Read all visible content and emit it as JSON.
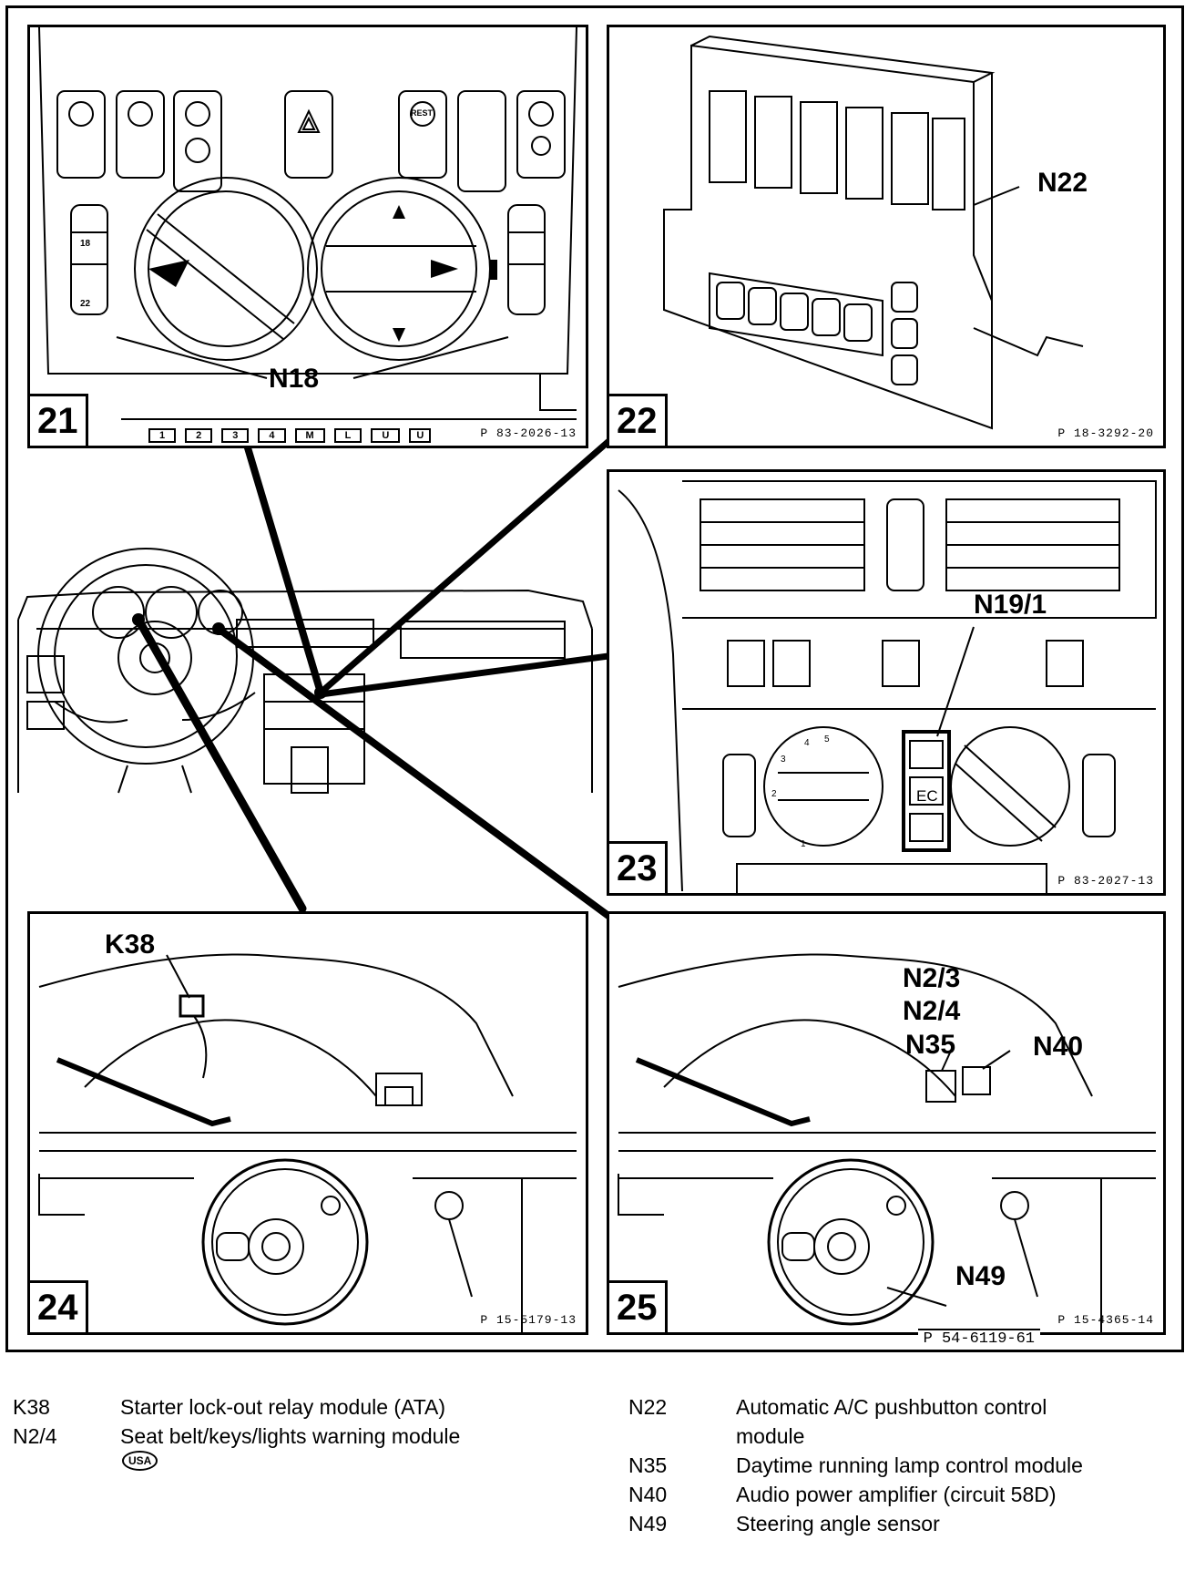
{
  "panels": {
    "p21": {
      "number": "21",
      "ref": "P 83-2026-13",
      "callouts": [
        "N18"
      ]
    },
    "p22": {
      "number": "22",
      "ref": "P 18-3292-20",
      "callouts": [
        "N22"
      ]
    },
    "p23": {
      "number": "23",
      "ref": "P 83-2027-13",
      "callouts": [
        "N19/1"
      ]
    },
    "p24": {
      "number": "24",
      "ref": "P 15-5179-13",
      "callouts": [
        "K38"
      ]
    },
    "p25": {
      "number": "25",
      "ref": "P 15-4365-14",
      "callouts": [
        "N2/3",
        "N2/4",
        "N35",
        "N40",
        "N49"
      ]
    }
  },
  "overall_ref": "P 54-6119-61",
  "panel21_buttons": [
    "1",
    "2",
    "3",
    "4",
    "M",
    "L",
    "U",
    "U"
  ],
  "panel21_labels": {
    "rest": "REST",
    "t18": "18",
    "t22": "22"
  },
  "panel23_labels": {
    "ec": "EC",
    "n1": "1",
    "n2": "2",
    "n3": "3",
    "n4": "4",
    "n5": "5"
  },
  "legend": {
    "left": [
      {
        "code": "K38",
        "desc": "Starter lock-out relay module (ATA)"
      },
      {
        "code": "N2/4",
        "desc": "Seat belt/keys/lights warning module",
        "badge": "USA"
      }
    ],
    "right": [
      {
        "code": "N22",
        "desc": "Automatic A/C pushbutton control",
        "desc2": "module"
      },
      {
        "code": "N35",
        "desc": "Daytime running lamp control module"
      },
      {
        "code": "N40",
        "desc": "Audio power amplifier (circuit 58D)"
      },
      {
        "code": "N49",
        "desc": "Steering angle sensor"
      }
    ]
  }
}
